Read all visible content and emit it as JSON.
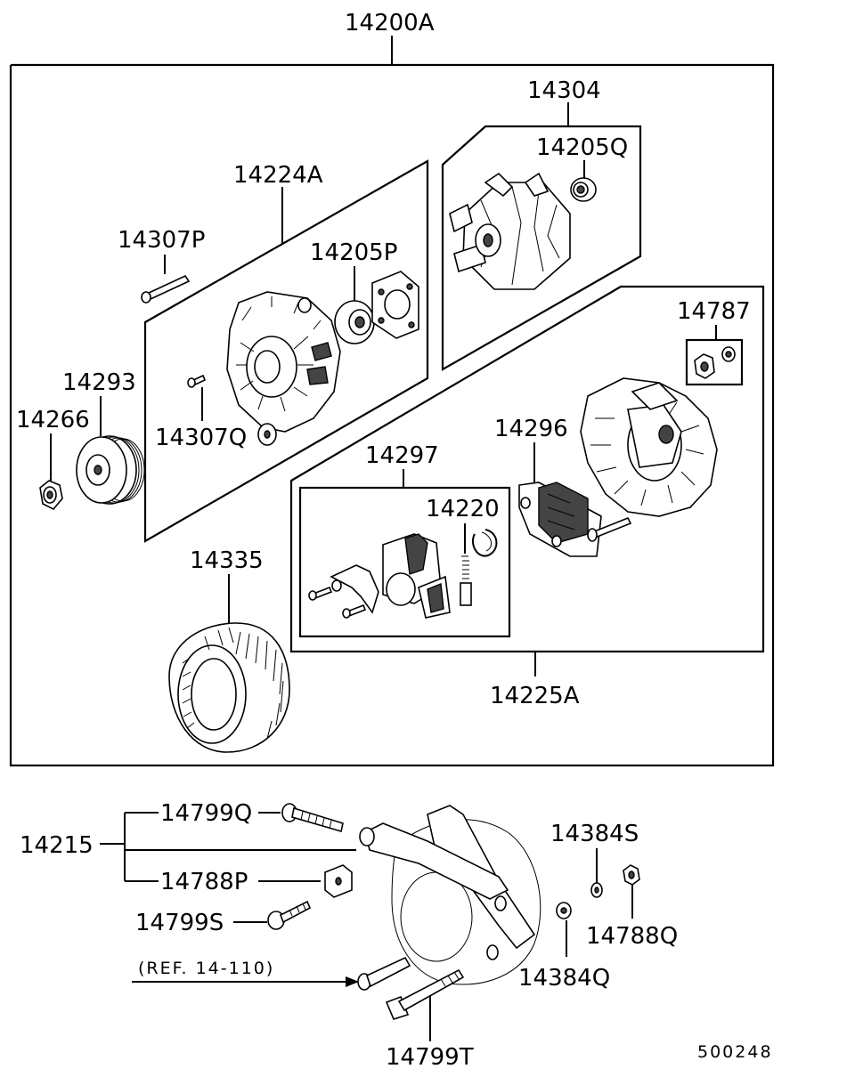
{
  "labels": {
    "main_assembly": "14200A",
    "rotor_group": "14304",
    "rotor_bearing": "14205Q",
    "front_bracket": "14224A",
    "front_bearing": "14205P",
    "bracket_screw_top": "14307P",
    "bracket_screw_bottom": "14307Q",
    "pulley": "14293",
    "pulley_nut": "14266",
    "terminal_kit": "14787",
    "rectifier": "14296",
    "regulator": "14297",
    "brush": "14220",
    "stator": "14335",
    "rear_bracket": "14225A",
    "bracket_set": "14215",
    "bolt_top": "14799Q",
    "spacer": "14788P",
    "bolt_short": "14799S",
    "washer_spring": "14384S",
    "nut": "14788Q",
    "washer_flat": "14384Q",
    "long_bolt": "14799T",
    "reference": "(REF. 14-110)",
    "drawing_number": "500248"
  }
}
